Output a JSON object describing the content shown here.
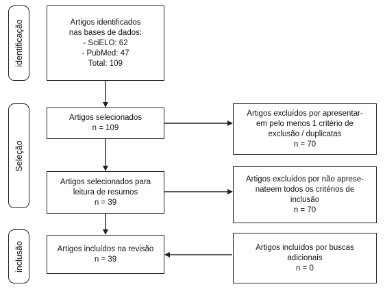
{
  "phases": {
    "identification": "identificação",
    "selection": "Seleção",
    "inclusion": "inclusão"
  },
  "boxes": {
    "identified": "Artigos identificados\nnas bases de dados:\n- SciELO: 62\n- PubMed: 47\nTotal: 109",
    "selected": "Artigos selecionados\nn = 109",
    "excluded_1": "Artigos excluídos por apresentar-\nem pelo menos 1 critério de\nexclusão / duplicatas\nn = 70",
    "selected_abstracts": "Artigos selecionados para\nleitura de resumos\nn = 39",
    "excluded_2": "Artigos excluídos por não aprese-\nnateem todos os critérios de\ninclusão\nn = 70",
    "included": "Artigos incluídos na revisão\nn = 39",
    "included_extra": "Artigos incluídos por buscas\nadicionais\nn = 0"
  }
}
